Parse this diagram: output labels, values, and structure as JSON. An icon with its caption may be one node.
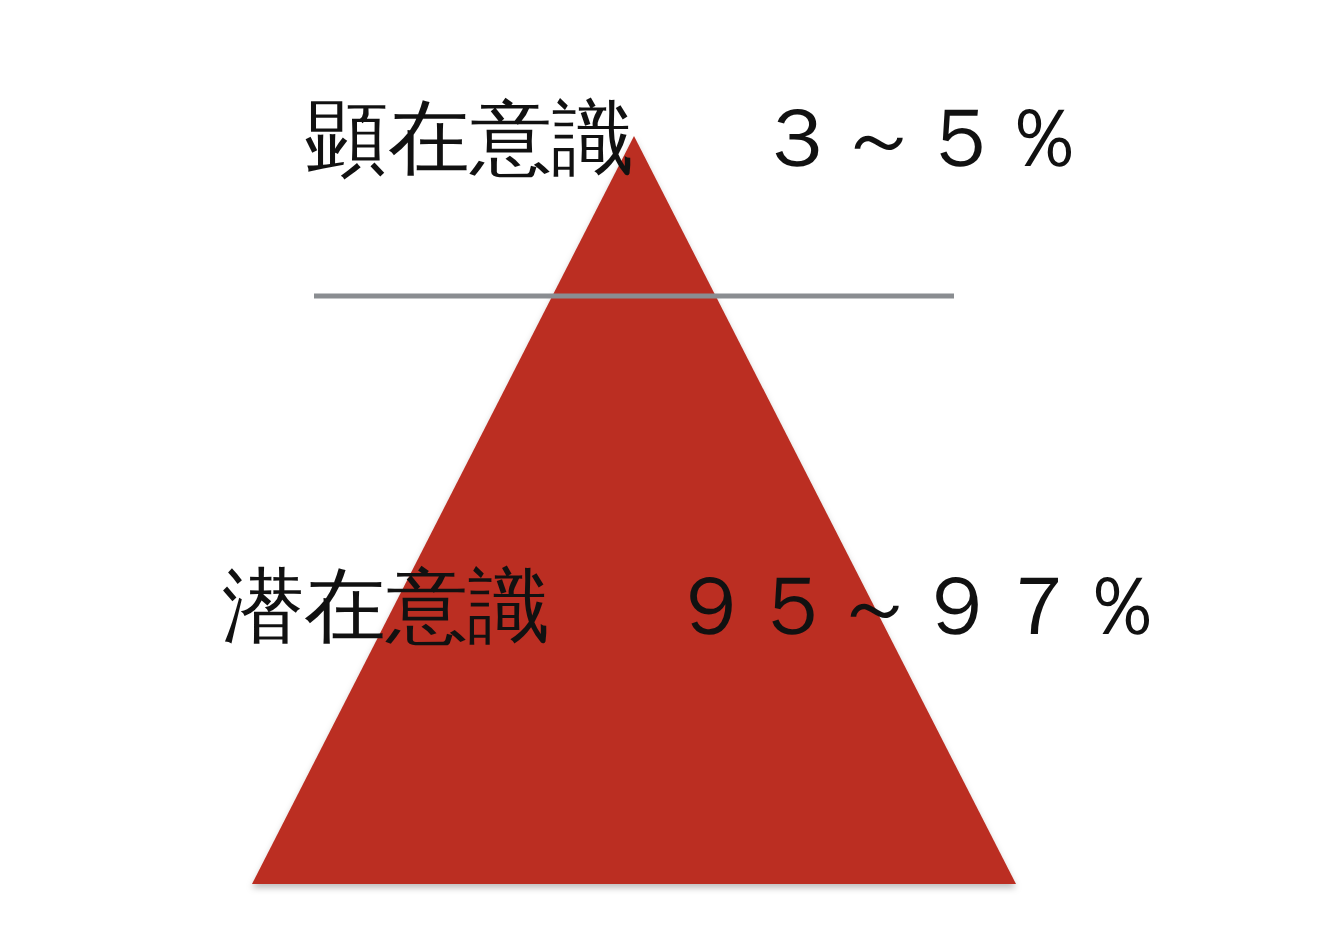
{
  "diagram": {
    "labels": [
      "顕在意識",
      "３～５％",
      "潜在意識",
      "９５～９７％"
    ]
  }
}
